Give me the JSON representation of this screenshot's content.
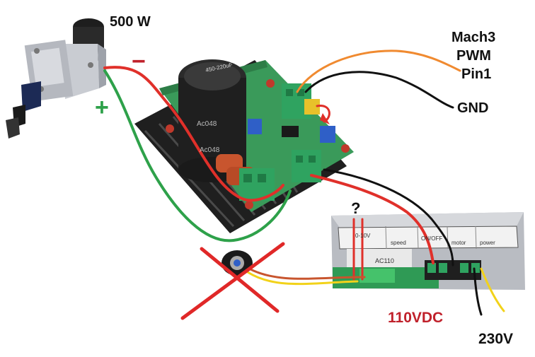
{
  "labels": {
    "power_rating": "500 W",
    "minus_sign": "−",
    "plus_sign": "+",
    "mach3": "Mach3",
    "pwm": "PWM",
    "pin1": "Pin1",
    "gnd": "GND",
    "question": "?",
    "vdc": "110VDC",
    "vac": "230V"
  },
  "board_markings": {
    "capacitor_rating": "450-220uF",
    "capacitor_text_1": "Ac048",
    "capacitor_text_2": "Ac048",
    "psu_text_1": "0-10V",
    "psu_text_2": "speed",
    "psu_text_3": "ON/OFF",
    "psu_text_4": "motor",
    "psu_text_5": "power",
    "psu_text_6": "AC110"
  },
  "colors": {
    "wire_red": "#e0302a",
    "wire_green": "#2ea14a",
    "wire_black": "#111111",
    "wire_orange": "#f08a30",
    "wire_yellow": "#f2d21a",
    "label_red": "#c0212b",
    "heatsink": "#2a2a2a",
    "pcb": "#3a9a5a",
    "terminal_green": "#2fa360",
    "cross_red": "#e02828"
  },
  "icons": [
    "spindle-motor-icon",
    "driver-board-icon",
    "power-supply-icon",
    "potentiometer-icon",
    "cross-out-icon"
  ]
}
